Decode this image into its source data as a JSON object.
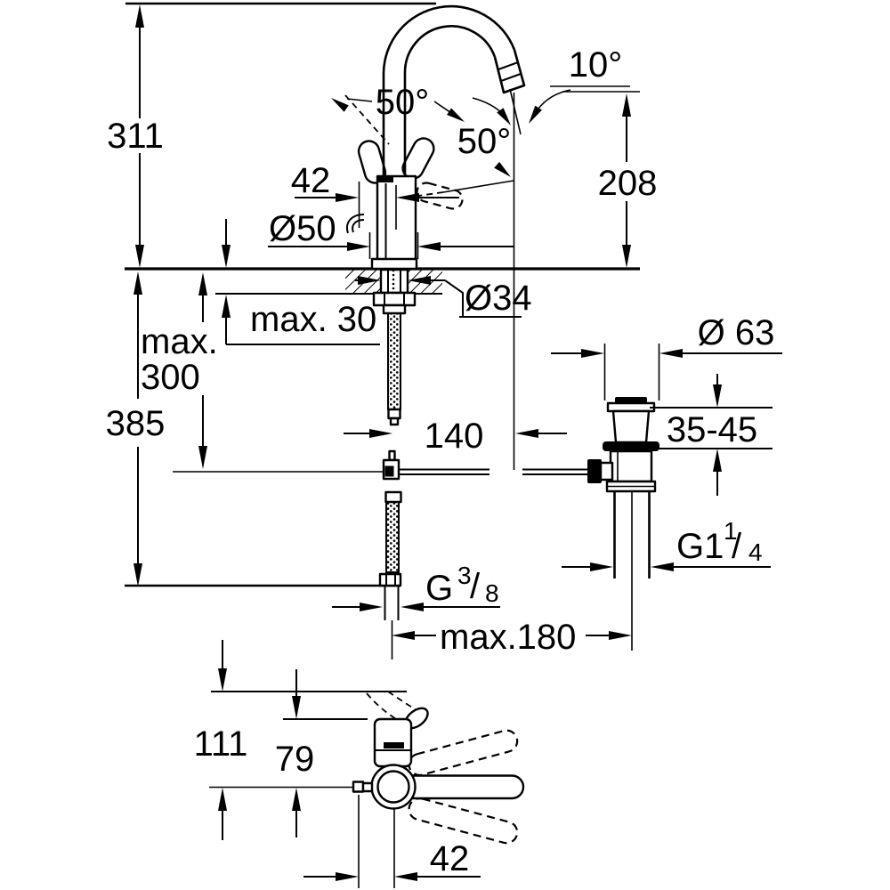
{
  "page": {
    "background_color": "#ffffff",
    "line_color": "#000000",
    "kind": "technical dimensional drawing of a single-lever basin mixer tap with pop-up waste"
  },
  "drawing": {
    "views": [
      "front view with installation depths",
      "pop-up waste side view",
      "top view with lever swivel range"
    ],
    "labels": {
      "height_total": "311",
      "handle_angle_left": "50°",
      "handle_angle_right": "50°",
      "spout_angle": "10°",
      "lever_offset_top": "42",
      "spout_height": "208",
      "base_diameter": "Ø50",
      "hole_diameter": "Ø34",
      "deck_max_thickness": "max. 30",
      "hose_max_line1": "max.",
      "hose_max_line2": "300",
      "install_height": "385",
      "spout_projection": "140",
      "waste_flange_diameter": "Ø 63",
      "waste_deck_range": "35-45",
      "waste_thread_base": "G1",
      "waste_thread_sup": "1",
      "waste_thread_slash": "/",
      "waste_thread_sub": "4",
      "supply_thread_base": "G",
      "supply_thread_sup": "3",
      "supply_thread_slash": "/",
      "supply_thread_sub": "8",
      "max_distance": "max.180",
      "topview_depth_total": "111",
      "topview_depth_body": "79",
      "topview_lever_offset": "42"
    }
  }
}
